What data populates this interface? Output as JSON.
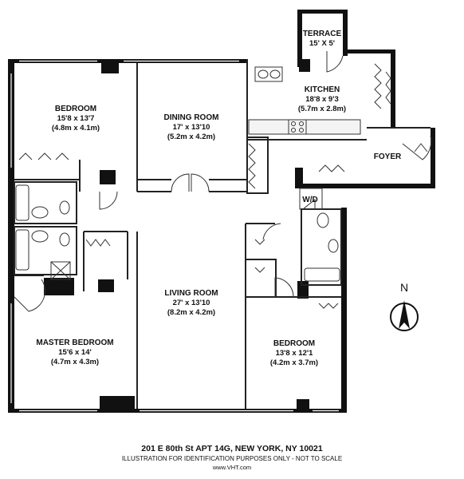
{
  "rooms": {
    "terrace": {
      "name": "TERRACE",
      "dims": "15' X 5'"
    },
    "kitchen": {
      "name": "KITCHEN",
      "dims": "18'8 x 9'3",
      "metric": "(5.7m x 2.8m)"
    },
    "bedroom1": {
      "name": "BEDROOM",
      "dims": "15'8 x 13'7",
      "metric": "(4.8m x 4.1m)"
    },
    "dining": {
      "name": "DINING ROOM",
      "dims": "17' x 13'10",
      "metric": "(5.2m x 4.2m)"
    },
    "foyer": {
      "name": "FOYER"
    },
    "wd": {
      "name": "W/D"
    },
    "living": {
      "name": "LIVING ROOM",
      "dims": "27' x 13'10",
      "metric": "(8.2m x 4.2m)"
    },
    "master": {
      "name": "MASTER BEDROOM",
      "dims": "15'6 x 14'",
      "metric": "(4.7m x 4.3m)"
    },
    "bedroom2": {
      "name": "BEDROOM",
      "dims": "13'8 x 12'1",
      "metric": "(4.2m x 3.7m)"
    }
  },
  "compass": {
    "label": "N"
  },
  "footer": {
    "address": "201 E 80th St APT 14G, NEW YORK, NY 10021",
    "disclaimer": "ILLUSTRATION FOR IDENTIFICATION PURPOSES ONLY - NOT TO SCALE",
    "website": "www.VHT.com"
  },
  "colors": {
    "wall": "#111111",
    "line": "#222222",
    "background": "#ffffff"
  }
}
